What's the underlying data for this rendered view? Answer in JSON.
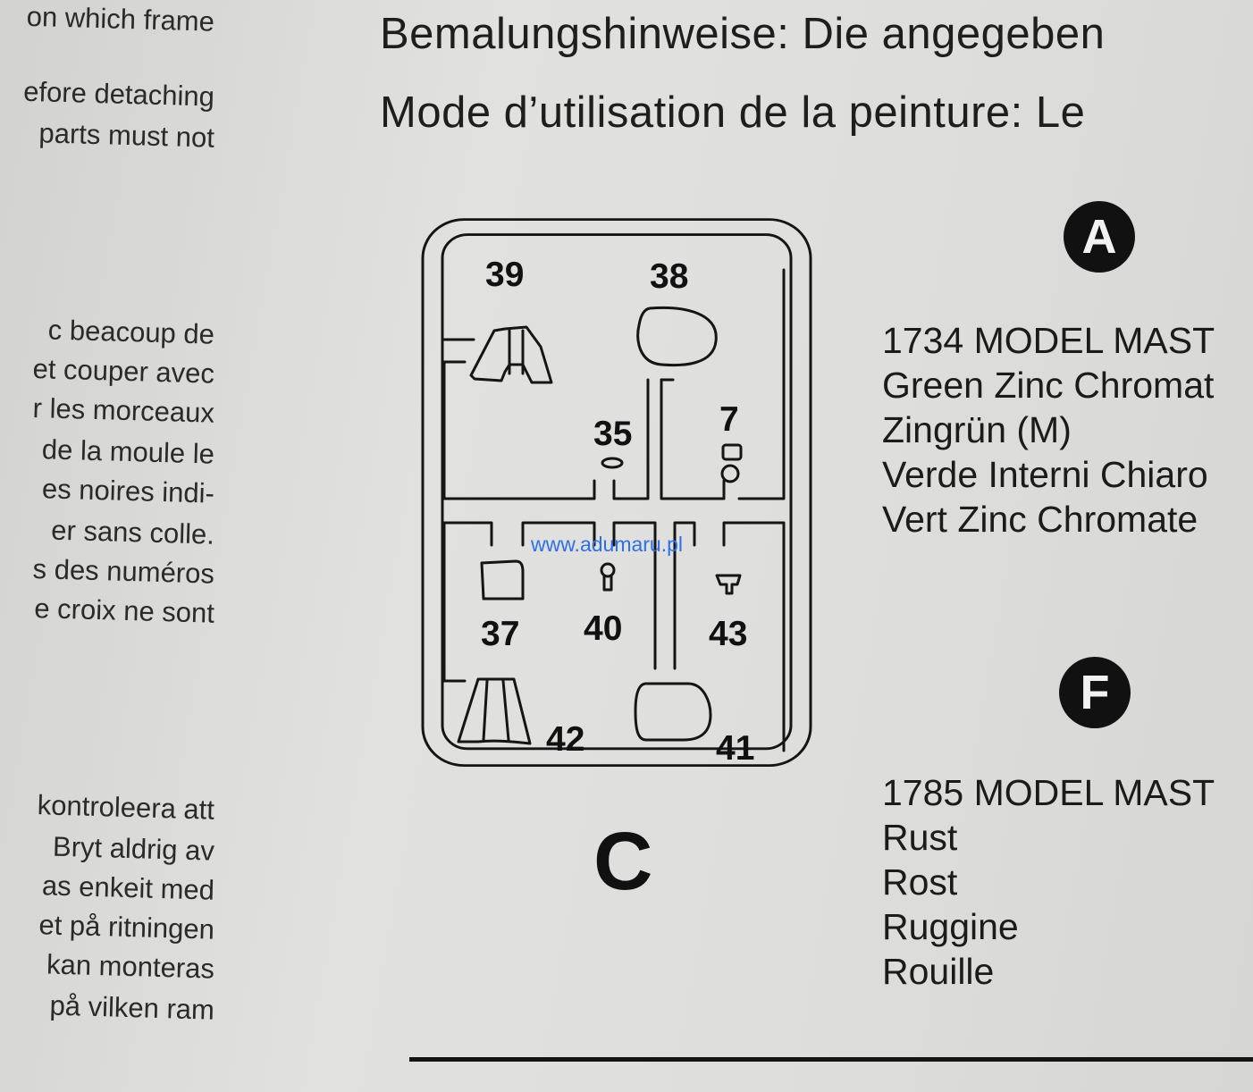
{
  "left_column": {
    "lines": [
      "on which frame",
      "efore detaching",
      "parts must not",
      "c beacoup de",
      "et couper avec",
      "r les morceaux",
      "de la moule le",
      "es noires indi-",
      "er  sans  colle.",
      "s des numéros",
      "e croix ne sont",
      "kontroleera att",
      "Bryt aldrig av",
      "as  enkeit  med",
      "et på ritningen",
      "kan monteras",
      "på vilken ram"
    ]
  },
  "headings": {
    "german": "Bemalungshinweise: Die angegeben",
    "french": "Mode d’utilisation de la peinture: Le"
  },
  "sprue": {
    "letter": "C",
    "parts": {
      "p39": "39",
      "p38": "38",
      "p35": "35",
      "p7": "7",
      "p37": "37",
      "p40": "40",
      "p43": "43",
      "p42": "42",
      "p41": "41"
    }
  },
  "watermark": "www.adumaru.pl",
  "paint_a": {
    "badge": "A",
    "lines": [
      "1734 MODEL MAST",
      "Green Zinc Chromat",
      "Zingrün (M)",
      "Verde Interni Chiaro",
      "Vert Zinc Chromate"
    ]
  },
  "paint_f": {
    "badge": "F",
    "lines": [
      "1785 MODEL MAST",
      "Rust",
      "Rost",
      "Ruggine",
      "Rouille"
    ]
  },
  "colors": {
    "paper": "#dcdcda",
    "ink": "#111111",
    "watermark": "#2f6fe8"
  }
}
